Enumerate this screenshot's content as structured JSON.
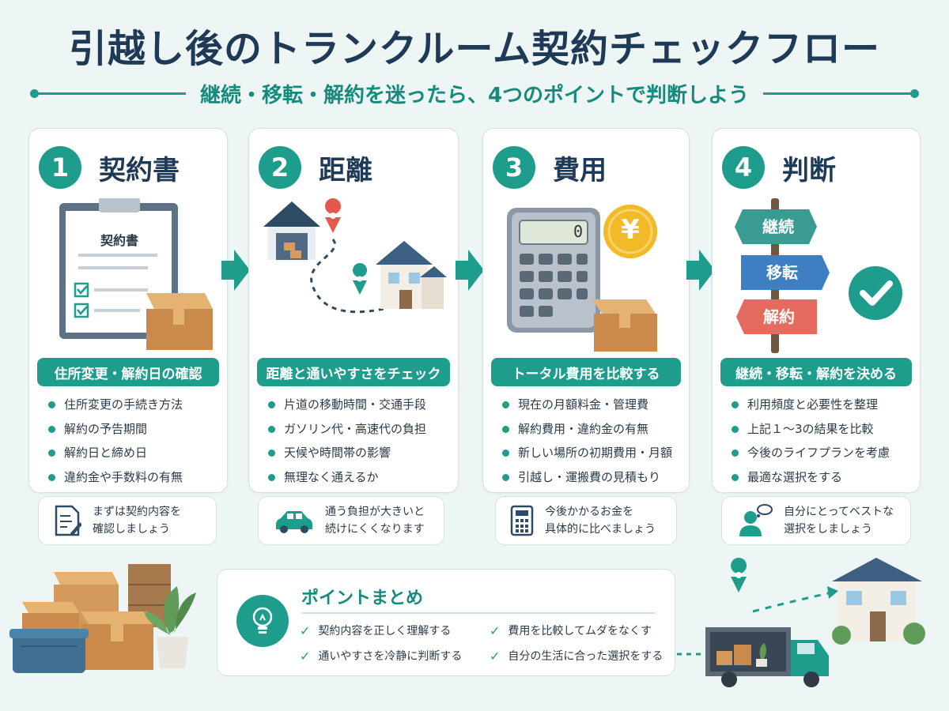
{
  "title": "引越し後のトランクルーム契約チェックフロー",
  "subtitle": "継続・移転・解約を迷ったら、4つのポイントで判断しよう",
  "colors": {
    "primary": "#1e9c8c",
    "dark": "#1f3a56",
    "sign_green": "#3a9b92",
    "sign_blue": "#3d7fc2",
    "sign_red": "#e56b5f"
  },
  "steps": [
    {
      "number": "1",
      "title": "契約書",
      "doc_label": "契約書",
      "banner": "住所変更・解約日の確認",
      "bullets": [
        "住所変更の手続き方法",
        "解約の予告期間",
        "解約日と締め日",
        "違約金や手数料の有無"
      ],
      "note_icon": "document-pen-icon",
      "note_lines": [
        "まずは契約内容を",
        "確認しましょう"
      ]
    },
    {
      "number": "2",
      "title": "距離",
      "banner": "距離と通いやすさをチェック",
      "bullets": [
        "片道の移動時間・交通手段",
        "ガソリン代・高速代の負担",
        "天候や時間帯の影響",
        "無理なく通えるか"
      ],
      "note_icon": "car-icon",
      "note_lines": [
        "通う負担が大きいと",
        "続けにくくなります"
      ]
    },
    {
      "number": "3",
      "title": "費用",
      "calc_display": "0",
      "coin_symbol": "¥",
      "banner": "トータル費用を比較する",
      "bullets": [
        "現在の月額料金・管理費",
        "解約費用・違約金の有無",
        "新しい場所の初期費用・月額",
        "引越し・運搬費の見積もり"
      ],
      "note_icon": "calculator-icon",
      "note_lines": [
        "今後かかるお金を",
        "具体的に比べましょう"
      ]
    },
    {
      "number": "4",
      "title": "判断",
      "signs": [
        "継続",
        "移転",
        "解約"
      ],
      "banner": "継続・移転・解約を決める",
      "bullets": [
        "利用頻度と必要性を整理",
        "上記１～3の結果を比較",
        "今後のライフプランを考慮",
        "最適な選択をする"
      ],
      "note_icon": "thinking-person-icon",
      "note_lines": [
        "自分にとってベストな",
        "選択をしましょう"
      ]
    }
  ],
  "summary": {
    "title": "ポイントまとめ",
    "items": [
      "契約内容を正しく理解する",
      "費用を比較してムダをなくす",
      "通いやすさを冷静に判断する",
      "自分の生活に合った選択をする"
    ]
  }
}
